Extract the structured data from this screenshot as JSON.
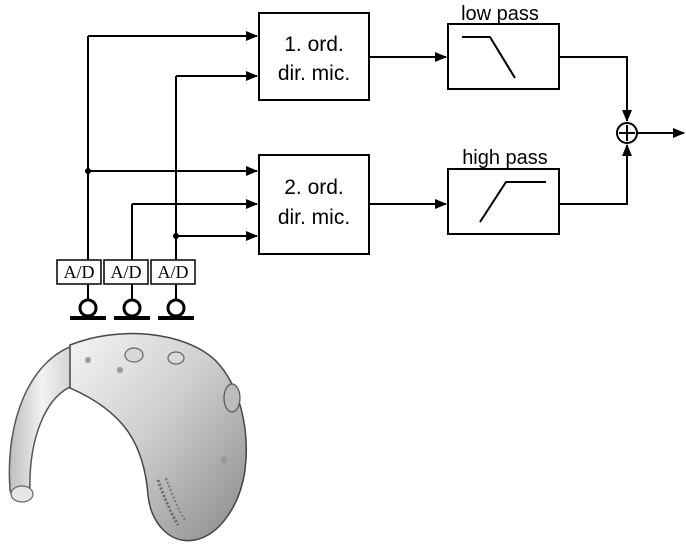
{
  "blocks": {
    "first_order_line1": "1. ord.",
    "first_order_line2": "dir. mic.",
    "second_order_line1": "2. ord.",
    "second_order_line2": "dir. mic.",
    "low_pass_label": "low pass",
    "high_pass_label": "high pass",
    "summer_symbol": "+"
  },
  "converters": [
    "A/D",
    "A/D",
    "A/D"
  ],
  "icons": {
    "microphone": "microphone-icon",
    "hearing_aid": "hearing-aid-illustration"
  },
  "colors": {
    "line": "#000000",
    "background": "#ffffff",
    "device_body": "#c8c8c8"
  }
}
